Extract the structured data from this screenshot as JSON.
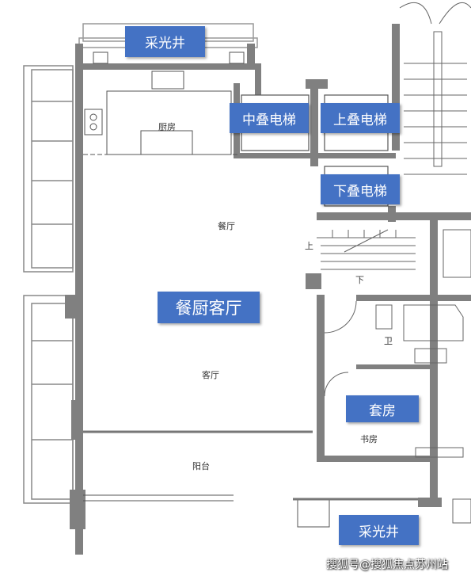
{
  "labels": {
    "skylight_top": "采光井",
    "skylight_bottom": "采光井",
    "elevator_middle": "中叠电梯",
    "elevator_upper": "上叠电梯",
    "elevator_lower": "下叠电梯",
    "living_dining_kitchen": "餐厨客厅",
    "suite": "套房"
  },
  "rooms": {
    "kitchen": "厨房",
    "dining": "餐厅",
    "living": "客厅",
    "balcony": "阳台",
    "bathroom": "卫",
    "study": "书房"
  },
  "stairs": {
    "up": "上",
    "down": "下"
  },
  "watermark": "搜狐号@搜狐焦点苏州站",
  "colors": {
    "wall": "#777777",
    "tag_bg": "#4472c4",
    "tag_text": "#ffffff"
  }
}
